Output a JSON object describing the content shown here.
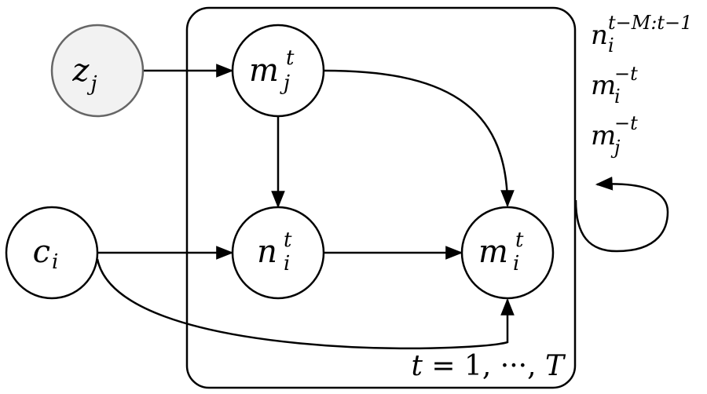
{
  "nodes": {
    "z_j": {
      "main": "z",
      "sub": "j",
      "sup": ""
    },
    "m_j_t": {
      "main": "m",
      "sub": "j",
      "sup": "t"
    },
    "c_i": {
      "main": "c",
      "sub": "i",
      "sup": ""
    },
    "n_i_t": {
      "main": "n",
      "sub": "i",
      "sup": "t"
    },
    "m_i_t": {
      "main": "m",
      "sub": "i",
      "sup": "t"
    }
  },
  "plate_label": {
    "var": "t",
    "eq": " = 1, ···, ",
    "end": "T"
  },
  "side_labels": [
    {
      "main": "n",
      "sub": "i",
      "sup": "t−M:t−1"
    },
    {
      "main": "m",
      "sub": "i",
      "sup": "−t"
    },
    {
      "main": "m",
      "sub": "j",
      "sup": "−t"
    }
  ]
}
